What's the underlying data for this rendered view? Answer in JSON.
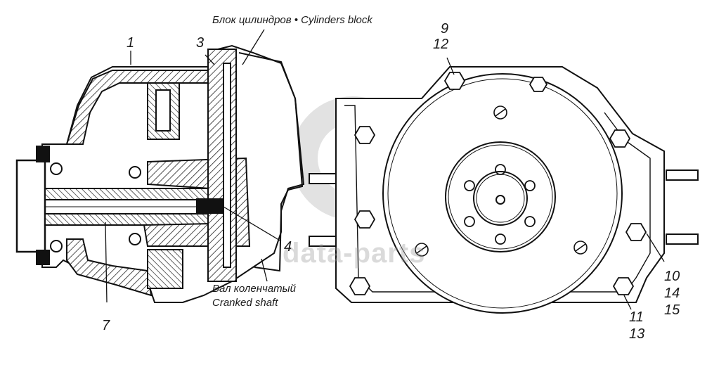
{
  "diagram": {
    "subject": "Crankshaft rear end / flywheel housing assembly",
    "captions": {
      "cylinders_block": "Блок цилиндров • Cylinders block",
      "crankshaft_ru": "Вал коленчатый",
      "crankshaft_en": "Cranked shaft"
    },
    "callouts": [
      {
        "id": "c1",
        "text": "1"
      },
      {
        "id": "c3",
        "text": "3"
      },
      {
        "id": "c4",
        "text": "4"
      },
      {
        "id": "c7",
        "text": "7"
      },
      {
        "id": "c9",
        "text": "9"
      },
      {
        "id": "c12",
        "text": "12"
      },
      {
        "id": "c10",
        "text": "10"
      },
      {
        "id": "c14",
        "text": "14"
      },
      {
        "id": "c15",
        "text": "15"
      },
      {
        "id": "c11",
        "text": "11"
      },
      {
        "id": "c13",
        "text": "13"
      }
    ],
    "views": [
      "sectional-side-view",
      "rear-end-view"
    ],
    "watermark": "data-parts"
  }
}
